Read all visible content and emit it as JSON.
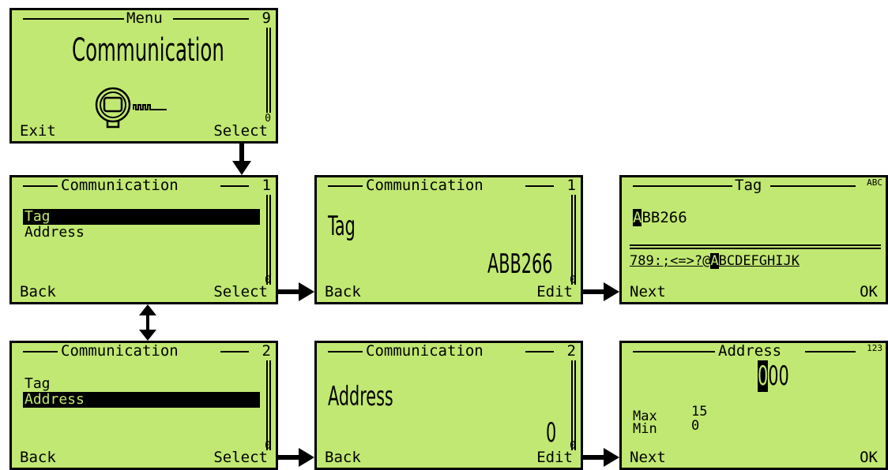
{
  "menu_screen": {
    "title": "Menu",
    "number": "9",
    "heading": "Communication",
    "left_key": "Exit",
    "right_key": "Select",
    "scroll_zero": "0"
  },
  "comm_list_tag": {
    "title": "Communication",
    "number": "1",
    "items": [
      "Tag",
      "Address"
    ],
    "left_key": "Back",
    "right_key": "Select",
    "scroll_zero": "0"
  },
  "comm_tag_view": {
    "title": "Communication",
    "number": "1",
    "label": "Tag",
    "value": "ABB266",
    "left_key": "Back",
    "right_key": "Edit",
    "scroll_zero": "0"
  },
  "tag_edit": {
    "title": "Tag",
    "mode": "ABC",
    "value_cursor": "A",
    "value_rest": "BB266",
    "charset_before": "789:;<=>?@",
    "charset_cursor": "A",
    "charset_after": "BCDEFGHIJK",
    "left_key": "Next",
    "right_key": "OK"
  },
  "comm_list_address": {
    "title": "Communication",
    "number": "2",
    "items": [
      "Tag",
      "Address"
    ],
    "left_key": "Back",
    "right_key": "Select",
    "scroll_zero": "0"
  },
  "comm_address_view": {
    "title": "Communication",
    "number": "2",
    "label": "Address",
    "value": "0",
    "left_key": "Back",
    "right_key": "Edit",
    "scroll_zero": "0"
  },
  "address_edit": {
    "title": "Address",
    "mode": "123",
    "value_cursor": "0",
    "value_rest": "00",
    "max_label": "Max",
    "max_value": "15",
    "min_label": "Min",
    "min_value": "0",
    "left_key": "Next",
    "right_key": "OK"
  }
}
